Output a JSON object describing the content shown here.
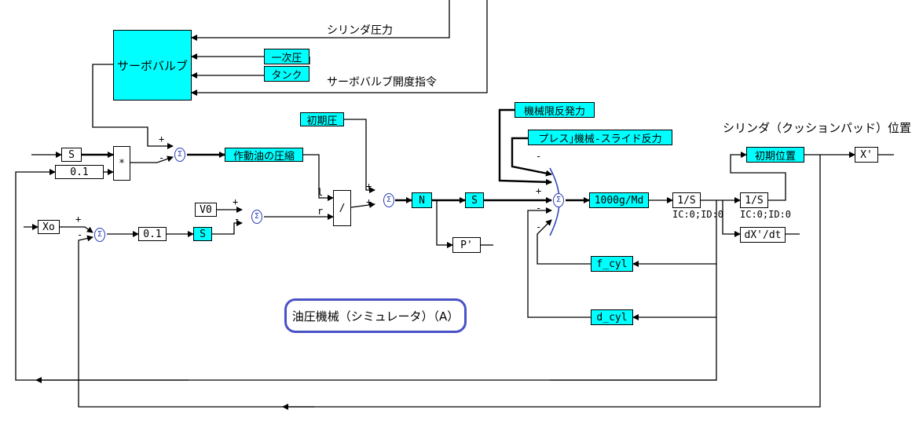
{
  "blocks": {
    "servo_valve": "サーボバルブ",
    "primary_pressure": "一次圧",
    "tank": "タンク",
    "s_top": "S",
    "gain_01_top": "0.1",
    "multiply": "*",
    "oil_compression": "作動油の圧縮",
    "initial_pressure": "初期圧",
    "v0": "V0",
    "divide": "/",
    "xo": "Xo",
    "gain_01_bottom": "0.1",
    "s_mid": "S",
    "n_block": "N",
    "s_after_n": "S",
    "p_prime": "P'",
    "mech_limit_reaction": "機械限反発力",
    "press_mech_slide_reaction": "プレス｣機械-スライド反力",
    "mass_gain": "1000g/Md",
    "integrator_1": "1/S",
    "integrator_2": "1/S",
    "initial_position": "初期位置",
    "x_prime": "X'",
    "dxdt": "dX'/dt",
    "f_cyl": "f_cyl",
    "d_cyl": "d_cyl"
  },
  "labels": {
    "cylinder_pressure": "シリンダ圧力",
    "servo_valve_opening_cmd": "サーボバルブ開度指令",
    "cylinder_position": "シリンダ（クッションパッド）位置",
    "ic_1": "IC:0;ID:0",
    "ic_2": "IC:0;ID:0",
    "port_l": "l",
    "port_r": "r"
  },
  "note": "油圧機械（シミュレータ）（A）",
  "colors": {
    "block_fill": "#00ffff",
    "sum_junction": "#2b3fb8",
    "note_border": "#4852c6"
  }
}
